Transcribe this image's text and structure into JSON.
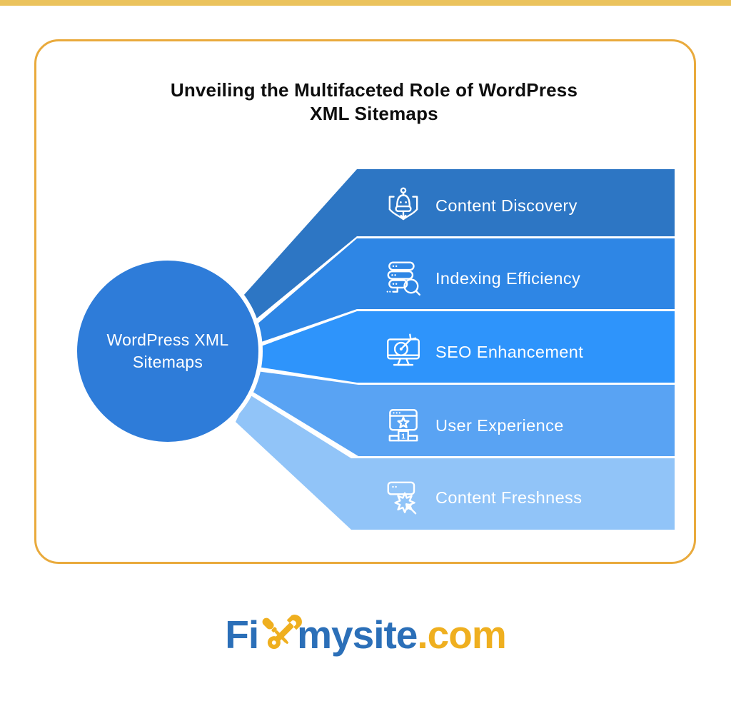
{
  "title": {
    "line1": "Unveiling the Multifaceted Role of WordPress",
    "line2": "XML Sitemaps"
  },
  "hub": {
    "line1": "WordPress XML",
    "line2": "Sitemaps",
    "fill": "#2E7CD9",
    "text_color": "#FFFFFF"
  },
  "branches": [
    {
      "label": "Content Discovery",
      "icon": "crawler-bot-book-icon",
      "fill": "#2D76C4"
    },
    {
      "label": "Indexing Efficiency",
      "icon": "server-search-icon",
      "fill": "#2E86E5"
    },
    {
      "label": "SEO Enhancement",
      "icon": "monitor-target-icon",
      "fill": "#2E94FB"
    },
    {
      "label": "User Experience",
      "icon": "browser-star-podium-icon",
      "fill": "#59A3F3",
      "icon_text": "1"
    },
    {
      "label": "Content Freshness",
      "icon": "click-burst-icon",
      "fill": "#91C4F8"
    }
  ],
  "brand": {
    "fi": "Fi",
    "mysite": "mysite",
    "tld": ".com",
    "blue": "#2B6FB8",
    "gold": "#EFAF1F"
  },
  "card": {
    "border_color": "#E9AA3C",
    "top_strip_color": "#E9BC4B"
  }
}
